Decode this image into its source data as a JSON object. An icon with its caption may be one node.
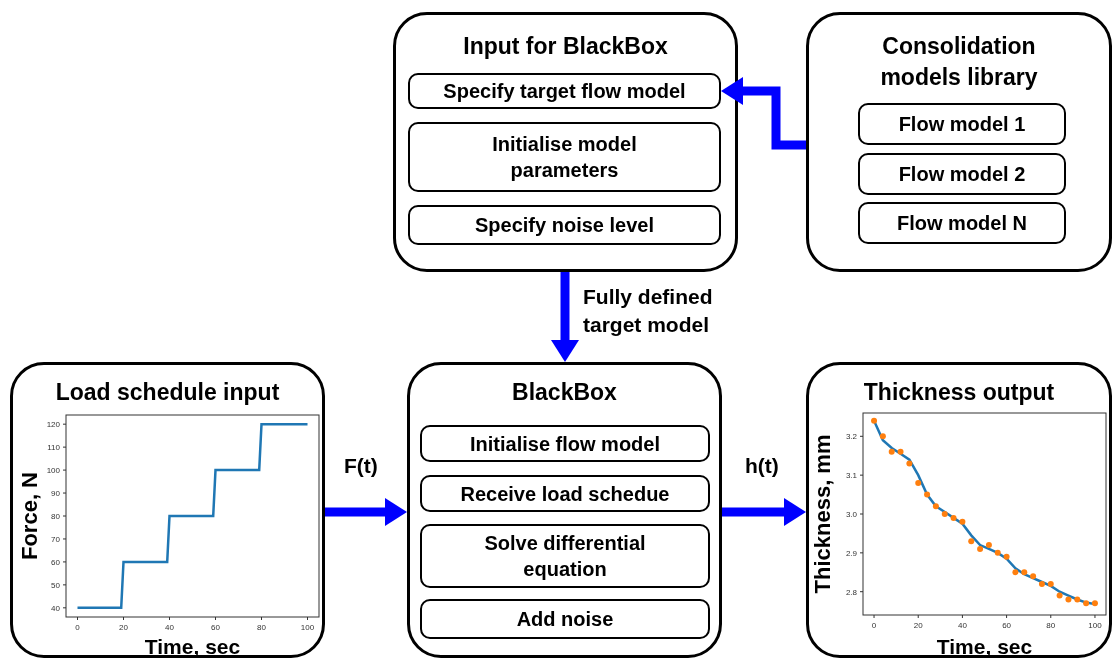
{
  "diagram": {
    "nodes": [
      {
        "text": [
          "Input for BlackBox"
        ]
      },
      {
        "text": [
          "Specify target flow model"
        ],
        "in": 0
      },
      {
        "text": [
          "Initialise model parameters"
        ],
        "in": 0
      },
      {
        "text": [
          "Specify noise level"
        ],
        "in": 0
      },
      {
        "text": [
          "Consolidation models library"
        ]
      },
      {
        "text": [
          "Flow model 1"
        ],
        "in": 4
      },
      {
        "text": [
          "Flow model 2"
        ],
        "in": 4
      },
      {
        "text": [
          "Flow model N"
        ],
        "in": 4
      },
      {
        "text": [
          "Load schedule input"
        ]
      },
      {
        "text": [
          "BlackBox"
        ]
      },
      {
        "text": [
          "Initialise flow model"
        ],
        "in": 9
      },
      {
        "text": [
          "Receive load schedue"
        ],
        "in": 9
      },
      {
        "text": [
          "Solve differential equation"
        ],
        "in": 9
      },
      {
        "text": [
          "Add noise"
        ],
        "in": 9
      },
      {
        "text": [
          "Thickness output"
        ]
      }
    ],
    "edges": [
      {
        "from": 4,
        "to": 1,
        "arrow": "to"
      },
      {
        "from": 0,
        "to": 9,
        "arrow": "to",
        "label": "Fully defined target model"
      },
      {
        "from": 8,
        "to": 9,
        "arrow": "to",
        "label": "F(t)"
      },
      {
        "from": 9,
        "to": 14,
        "arrow": "to",
        "label": "h(t)"
      }
    ],
    "chart_data": [
      {
        "type": "line",
        "xlabel": "Time, sec",
        "ylabel": "Force, N",
        "x": [
          0,
          19,
          20,
          39,
          40,
          59,
          60,
          79,
          80,
          100
        ],
        "series": [
          {
            "color": "#1f77b4",
            "values": [
              40,
              40,
              60,
              60,
              80,
              80,
              100,
              100,
              120,
              120
            ]
          }
        ],
        "xlim": [
          -5,
          105
        ],
        "ylim": [
          36,
          124
        ],
        "xticks": [
          0,
          20,
          40,
          60,
          80,
          100
        ],
        "yticks": [
          40,
          50,
          60,
          70,
          80,
          90,
          100,
          110,
          120
        ]
      },
      {
        "type": "line",
        "xlabel": "Time, sec",
        "ylabel": "Thickness, mm",
        "x": [
          0,
          4,
          8,
          12,
          16,
          20,
          24,
          28,
          32,
          36,
          40,
          44,
          48,
          52,
          56,
          60,
          64,
          68,
          72,
          76,
          80,
          84,
          88,
          92,
          96,
          100
        ],
        "series": [
          {
            "color": "#1f77b4",
            "values": [
              3.24,
              3.19,
              3.17,
              3.155,
              3.14,
              3.1,
              3.05,
              3.02,
              3.005,
              2.99,
              2.975,
              2.945,
              2.92,
              2.91,
              2.9,
              2.885,
              2.86,
              2.845,
              2.835,
              2.825,
              2.815,
              2.8,
              2.79,
              2.78,
              2.772,
              2.768
            ]
          },
          {
            "type": "scatter",
            "color": "#ff7f0e",
            "values": [
              3.24,
              3.2,
              3.16,
              3.16,
              3.13,
              3.08,
              3.05,
              3.02,
              3.0,
              2.99,
              2.98,
              2.93,
              2.91,
              2.92,
              2.9,
              2.89,
              2.85,
              2.85,
              2.84,
              2.82,
              2.82,
              2.79,
              2.78,
              2.78,
              2.77,
              2.77
            ]
          }
        ],
        "xlim": [
          -5,
          105
        ],
        "ylim": [
          2.74,
          3.26
        ],
        "xticks": [
          0,
          20,
          40,
          60,
          80,
          100
        ],
        "yticks": [
          2.8,
          2.9,
          {
            "value": 3.0,
            "label": "3.0"
          },
          3.1,
          3.2
        ]
      }
    ]
  }
}
